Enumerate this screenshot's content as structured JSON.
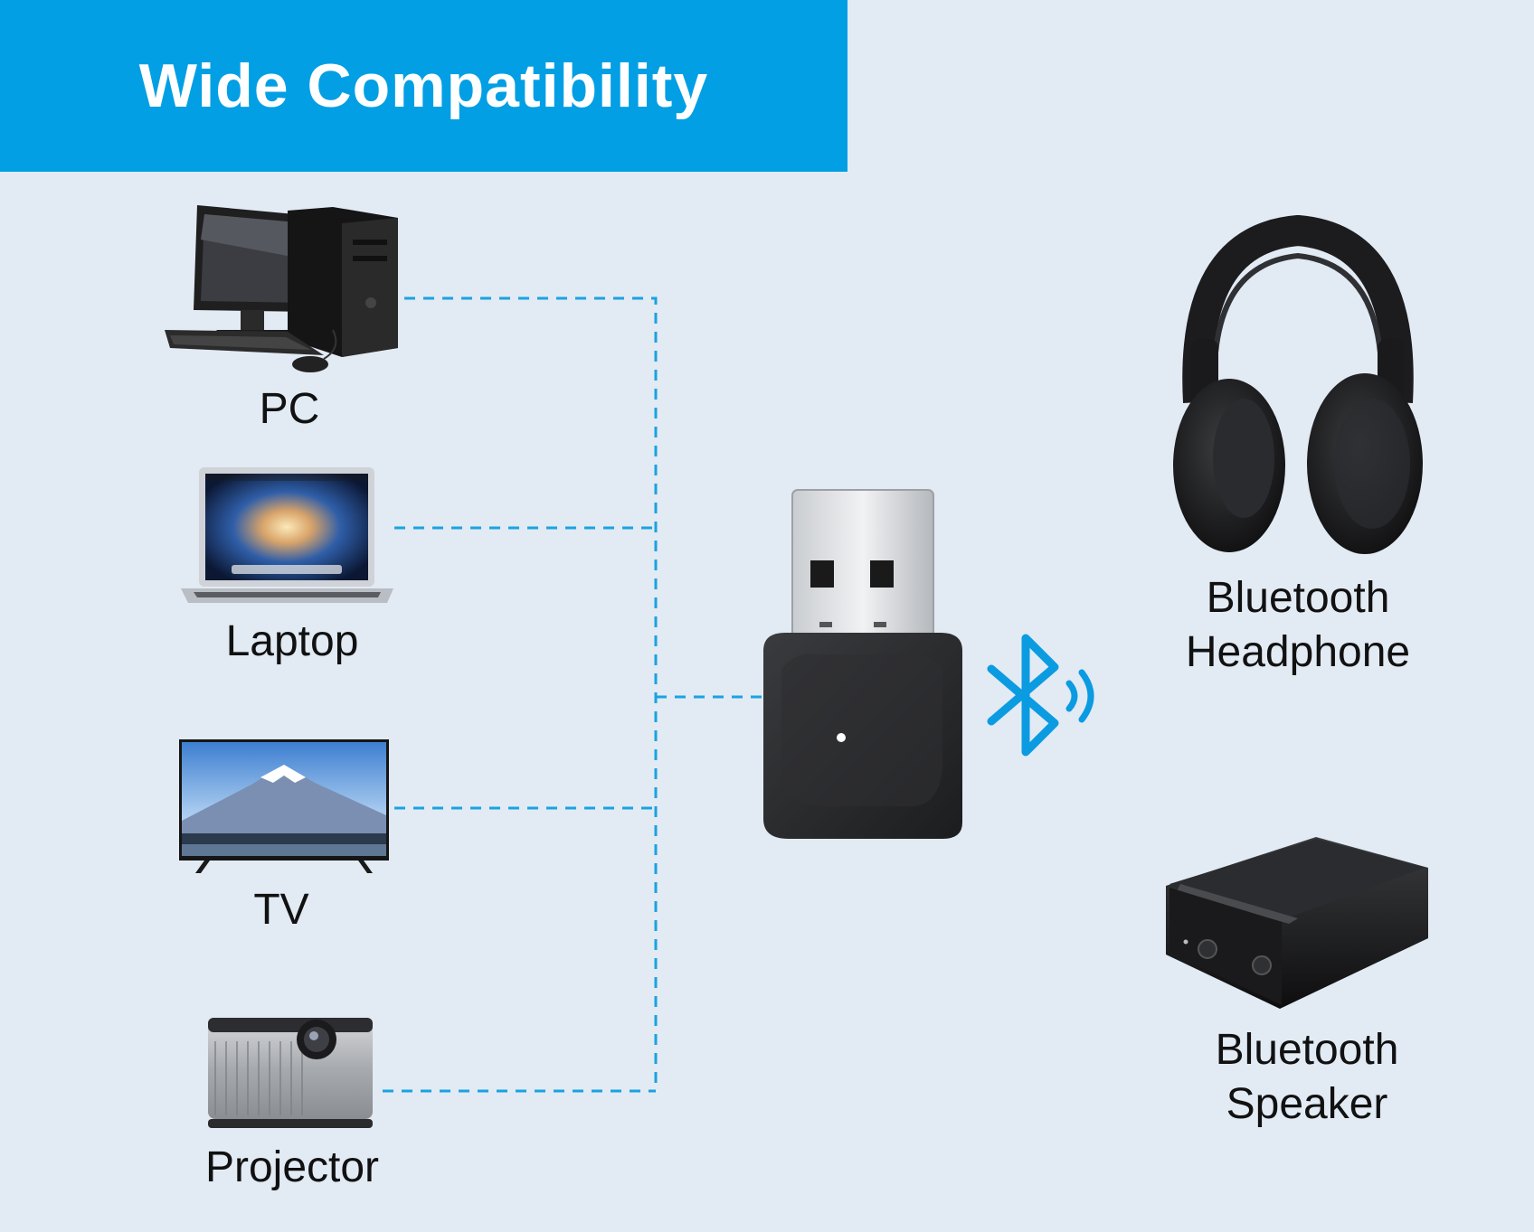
{
  "banner": {
    "title": "Wide Compatibility"
  },
  "devices_left": {
    "pc": "PC",
    "laptop": "Laptop",
    "tv": "TV",
    "projector": "Projector"
  },
  "devices_right": {
    "headphone_line1": "Bluetooth",
    "headphone_line2": "Headphone",
    "speaker_line1": "Bluetooth",
    "speaker_line2": "Speaker"
  },
  "icons": {
    "pc": "desktop-computer-icon",
    "laptop": "laptop-icon",
    "tv": "television-icon",
    "projector": "projector-icon",
    "adapter": "usb-bluetooth-adapter-icon",
    "bluetooth": "bluetooth-signal-icon",
    "headphone": "headphones-icon",
    "speaker": "speaker-icon"
  },
  "colors": {
    "banner": "#039fe4",
    "background": "#e2eaf4",
    "connector_line": "#1aa3e0",
    "bluetooth_symbol": "#0b9be1"
  }
}
